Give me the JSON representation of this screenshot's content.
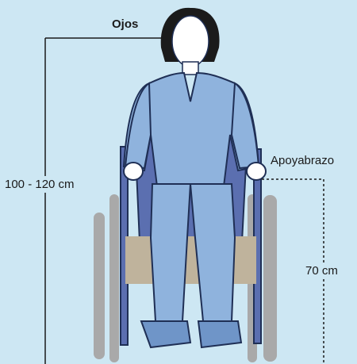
{
  "labels": {
    "eyes": "Ojos",
    "total_height": "100 - 120 cm",
    "armrest": "Apoyabrazo",
    "armrest_height": "70 cm"
  },
  "colors": {
    "background": "#cde7f3",
    "skin": "#8fb3dd",
    "skin_dark": "#6f95c8",
    "outline": "#1f2f55",
    "hair": "#1b1b1b",
    "face": "#ffffff",
    "chair_seat": "#5b6fb0",
    "wheel": "#a9a9a9",
    "seat_cushion": "#bfb39c",
    "dim_line": "#1a1a1a"
  }
}
